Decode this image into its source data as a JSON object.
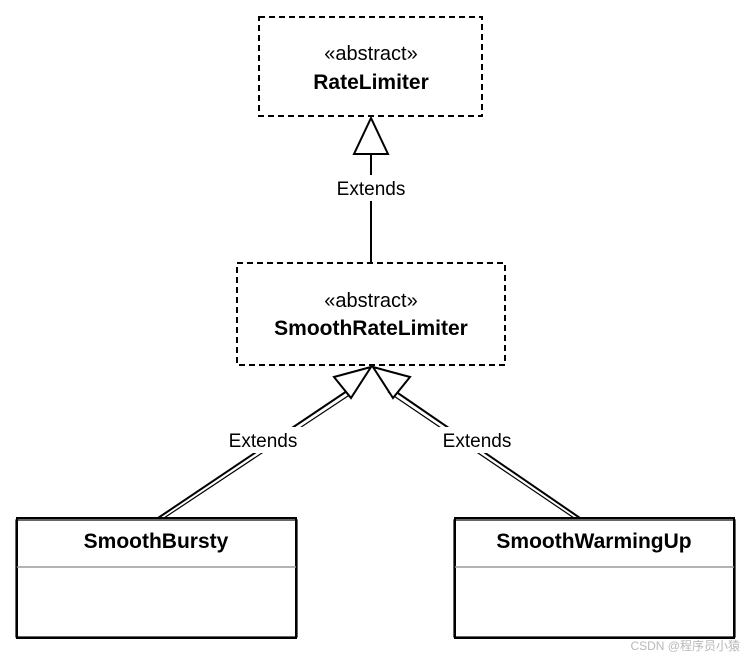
{
  "diagram": {
    "nodes": {
      "rate_limiter": {
        "stereotype": "«abstract»",
        "name": "RateLimiter"
      },
      "smooth_rate_limiter": {
        "stereotype": "«abstract»",
        "name": "SmoothRateLimiter"
      },
      "smooth_bursty": {
        "name": "SmoothBursty"
      },
      "smooth_warming_up": {
        "name": "SmoothWarmingUp"
      }
    },
    "edges": {
      "srl_to_rl": {
        "label": "Extends"
      },
      "bursty_to_srl": {
        "label": "Extends"
      },
      "warming_to_srl": {
        "label": "Extends"
      }
    }
  },
  "watermark": "CSDN @程序员小猿"
}
